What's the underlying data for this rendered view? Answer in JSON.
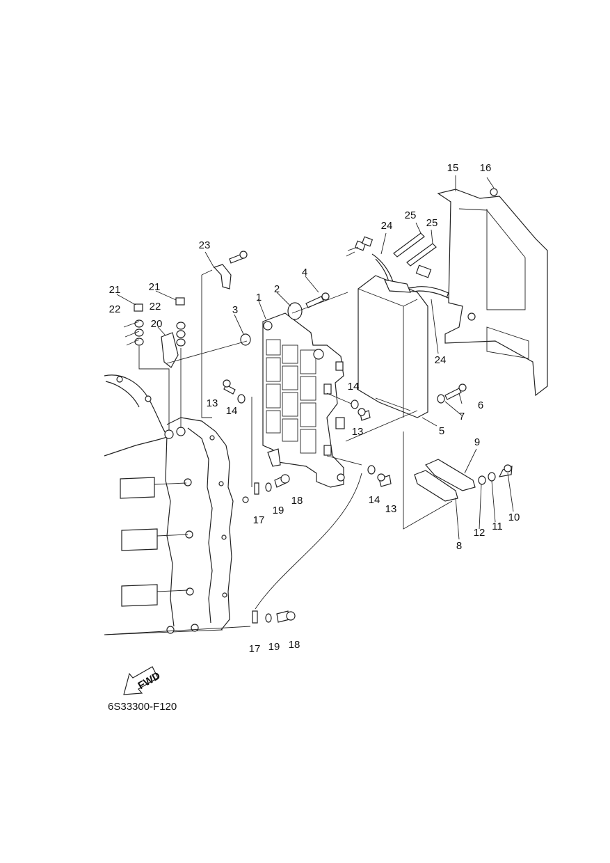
{
  "diagram": {
    "drawing_code": "6S33300-F120",
    "fwd_label": "FWD",
    "callouts": [
      {
        "id": "c1",
        "text": "1"
      },
      {
        "id": "c2",
        "text": "2"
      },
      {
        "id": "c3",
        "text": "3"
      },
      {
        "id": "c4",
        "text": "4"
      },
      {
        "id": "c5",
        "text": "5"
      },
      {
        "id": "c6",
        "text": "6"
      },
      {
        "id": "c7",
        "text": "7"
      },
      {
        "id": "c8",
        "text": "8"
      },
      {
        "id": "c9",
        "text": "9"
      },
      {
        "id": "c10",
        "text": "10"
      },
      {
        "id": "c11",
        "text": "11"
      },
      {
        "id": "c12",
        "text": "12"
      },
      {
        "id": "c13a",
        "text": "13"
      },
      {
        "id": "c13b",
        "text": "13"
      },
      {
        "id": "c13c",
        "text": "13"
      },
      {
        "id": "c14a",
        "text": "14"
      },
      {
        "id": "c14b",
        "text": "14"
      },
      {
        "id": "c14c",
        "text": "14"
      },
      {
        "id": "c15",
        "text": "15"
      },
      {
        "id": "c16",
        "text": "16"
      },
      {
        "id": "c17a",
        "text": "17"
      },
      {
        "id": "c17b",
        "text": "17"
      },
      {
        "id": "c18a",
        "text": "18"
      },
      {
        "id": "c18b",
        "text": "18"
      },
      {
        "id": "c19a",
        "text": "19"
      },
      {
        "id": "c19b",
        "text": "19"
      },
      {
        "id": "c20",
        "text": "20"
      },
      {
        "id": "c21a",
        "text": "21"
      },
      {
        "id": "c21b",
        "text": "21"
      },
      {
        "id": "c22a",
        "text": "22"
      },
      {
        "id": "c22b",
        "text": "22"
      },
      {
        "id": "c23",
        "text": "23"
      },
      {
        "id": "c24a",
        "text": "24"
      },
      {
        "id": "c24b",
        "text": "24"
      },
      {
        "id": "c25a",
        "text": "25"
      },
      {
        "id": "c25b",
        "text": "25"
      }
    ]
  }
}
